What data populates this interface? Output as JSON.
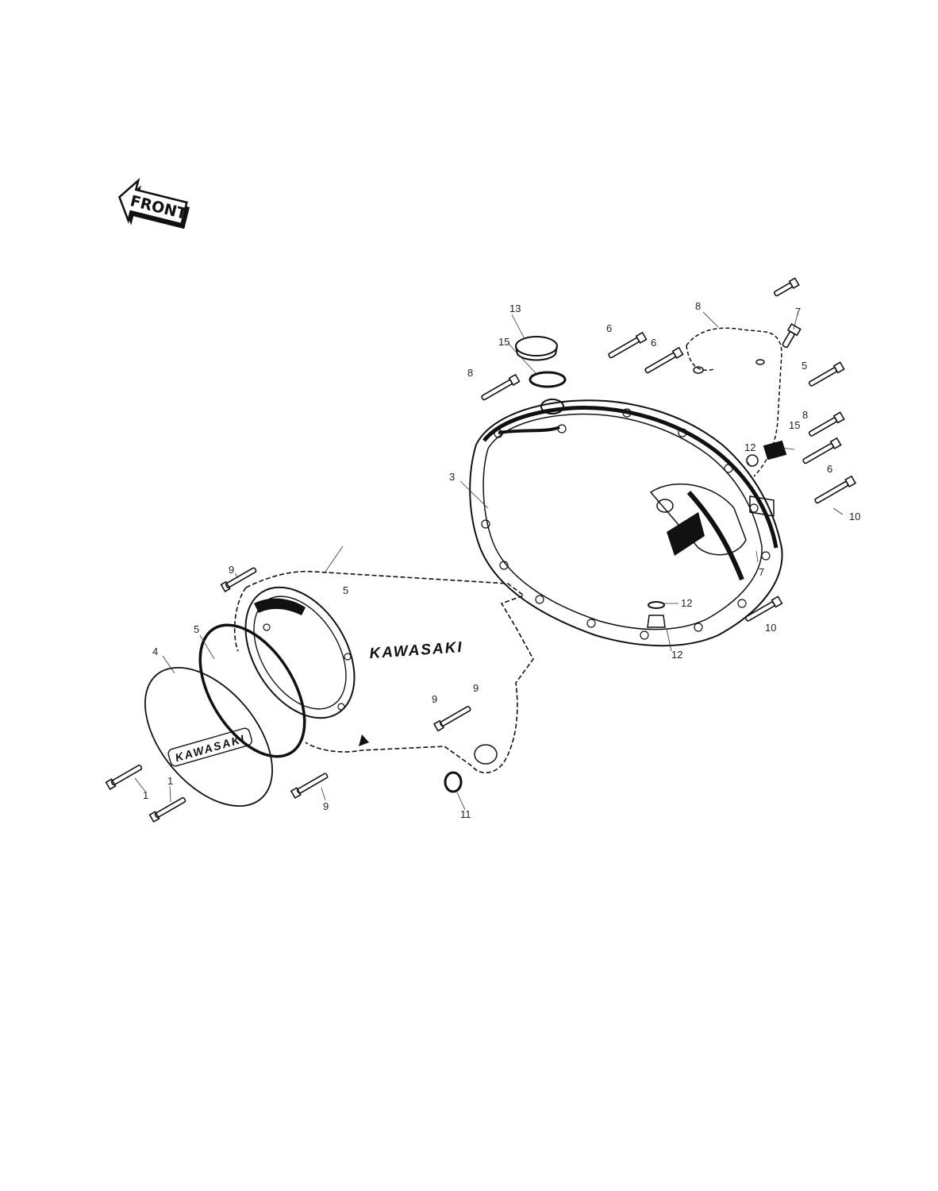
{
  "front_label": "FRONT",
  "brand_text": "KAWASAKI",
  "callouts": [
    {
      "id": "c1",
      "text": "13"
    },
    {
      "id": "c2",
      "text": "15"
    },
    {
      "id": "c3",
      "text": "8"
    },
    {
      "id": "c4",
      "text": "6"
    },
    {
      "id": "c5",
      "text": "6"
    },
    {
      "id": "c6",
      "text": "8"
    },
    {
      "id": "c7",
      "text": "7"
    },
    {
      "id": "c8",
      "text": "5"
    },
    {
      "id": "c9",
      "text": "15"
    },
    {
      "id": "c10",
      "text": "8"
    },
    {
      "id": "c11",
      "text": "12"
    },
    {
      "id": "c12",
      "text": "6"
    },
    {
      "id": "c13",
      "text": "3"
    },
    {
      "id": "c14",
      "text": "10"
    },
    {
      "id": "c15",
      "text": "7"
    },
    {
      "id": "c16",
      "text": "12"
    },
    {
      "id": "c17",
      "text": "10"
    },
    {
      "id": "c18",
      "text": "12"
    },
    {
      "id": "c19",
      "text": "9"
    },
    {
      "id": "c20",
      "text": "5"
    },
    {
      "id": "c21",
      "text": "4"
    },
    {
      "id": "c22",
      "text": "5"
    },
    {
      "id": "c23",
      "text": "9"
    },
    {
      "id": "c24",
      "text": "9"
    },
    {
      "id": "c25",
      "text": "1"
    },
    {
      "id": "c26",
      "text": "1"
    },
    {
      "id": "c27",
      "text": "9"
    },
    {
      "id": "c28",
      "text": "11"
    }
  ]
}
